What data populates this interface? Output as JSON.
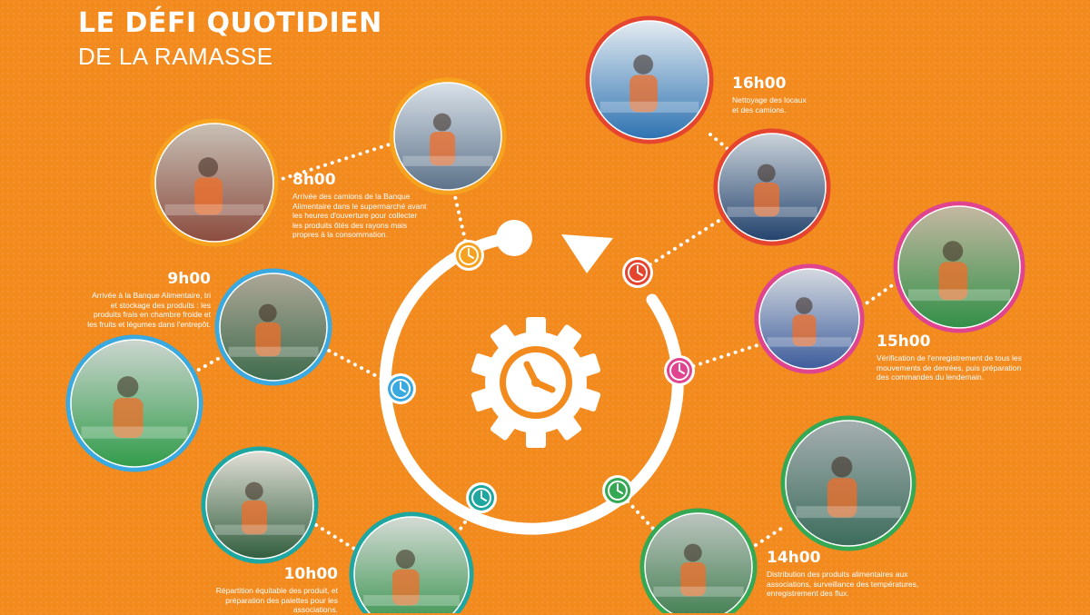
{
  "title": {
    "main": "LE DÉFI QUOTIDIEN",
    "sub": "DE LA RAMASSE"
  },
  "center_icon": "gear-clock-icon",
  "cycle_arrow_icon": "circular-arrow-icon",
  "colors": {
    "background": "#f28a1e",
    "ring": "#ffffff",
    "clock_8h": "#f6a21e",
    "clock_9h": "#3aa9e0",
    "clock_10h": "#1ea6a0",
    "clock_14h": "#34a853",
    "clock_15h": "#e0448f",
    "clock_16h": "#e5442f"
  },
  "steps": [
    {
      "id": "8h",
      "time": "8h00",
      "text": "Arrivée des camions de la Banque Alimentaire dans le supermarché avant les heures d'ouverture pour collecter les produits ôtés des rayons mais propres à la consommation.",
      "border": "#f6a21e",
      "photos": [
        "woman-with-crates-photo",
        "metro-truck-photo"
      ]
    },
    {
      "id": "9h",
      "time": "9h00",
      "text": "Arrivée à la Banque Alimentaire, tri et stockage des produits : les produits frais en chambre froide et les fruits et légumes dans l'entrepôt.",
      "border": "#3aa9e0",
      "photos": [
        "warehouse-workers-photo",
        "green-crates-photo"
      ]
    },
    {
      "id": "10h",
      "time": "10h00",
      "text": "Répartition équitable des produit, et préparation des palettes pour les associations.",
      "border": "#1ea6a0",
      "photos": [
        "paperwork-photo",
        "weighing-scale-photo"
      ]
    },
    {
      "id": "14h",
      "time": "14h00",
      "text": "Distribution des produits alimentaires aux associations, surveillance des températures, enregistrement des flux.",
      "border": "#34a853",
      "photos": [
        "thermometer-scan-photo",
        "distribution-hall-photo"
      ]
    },
    {
      "id": "15h",
      "time": "15h00",
      "text": "Vérification de l'enregistrement de tous les mouvements de denrées, puis préparation des commandes du lendemain.",
      "border": "#e0448f",
      "photos": [
        "computer-worker-photo",
        "stacked-boxes-photo"
      ]
    },
    {
      "id": "16h",
      "time": "16h00",
      "text": "Nettoyage des locaux et des camions.",
      "border": "#e5442f",
      "photos": [
        "floor-mopping-photo",
        "bin-cleaning-photo"
      ]
    }
  ]
}
